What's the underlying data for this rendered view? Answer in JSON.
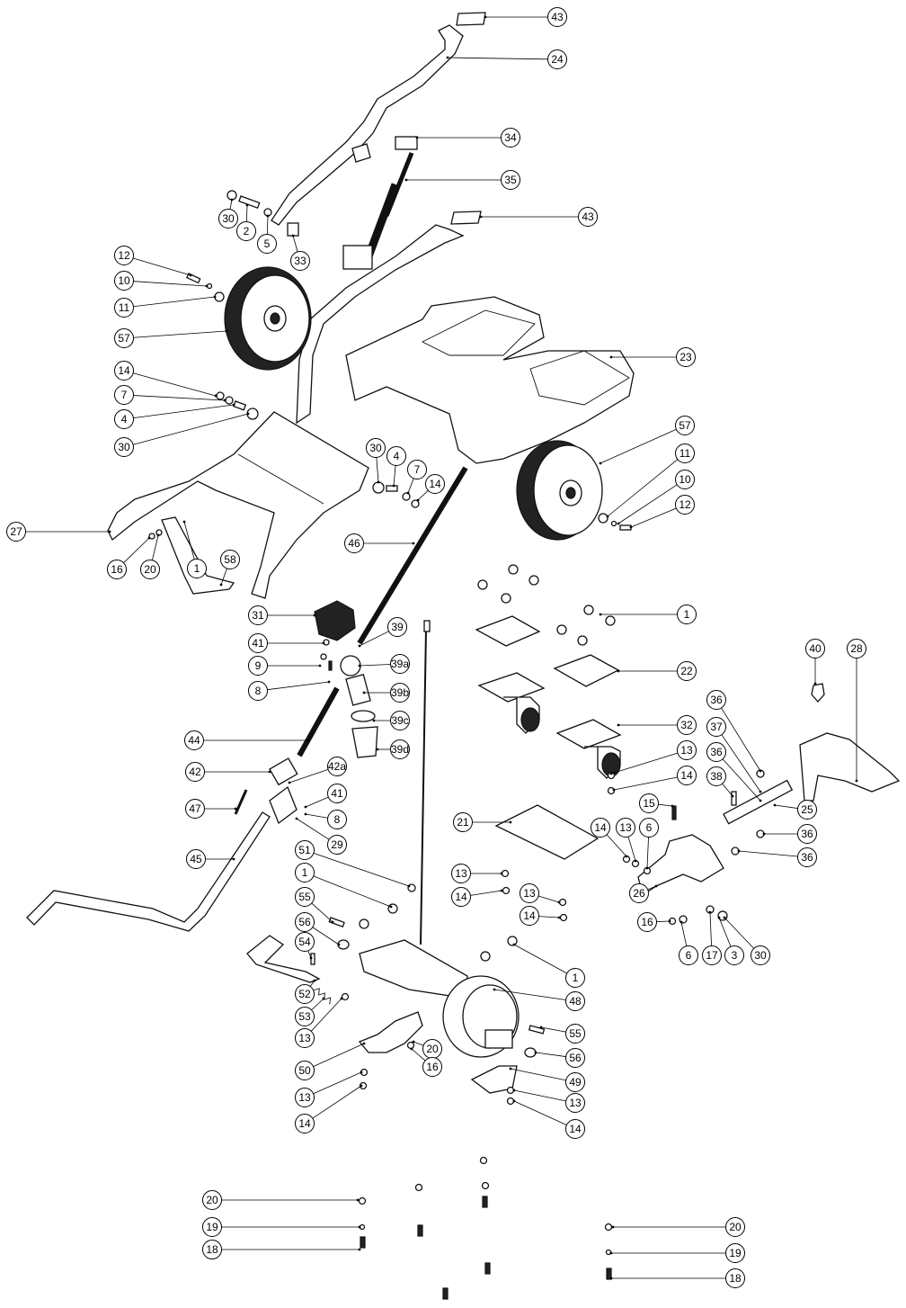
{
  "callouts": [
    {
      "id": "c43a",
      "label": "43"
    },
    {
      "id": "c24",
      "label": "24"
    },
    {
      "id": "c34",
      "label": "34"
    },
    {
      "id": "c35",
      "label": "35"
    },
    {
      "id": "c43b",
      "label": "43"
    },
    {
      "id": "c30a",
      "label": "30"
    },
    {
      "id": "c2",
      "label": "2"
    },
    {
      "id": "c5",
      "label": "5"
    },
    {
      "id": "c33",
      "label": "33"
    },
    {
      "id": "c12a",
      "label": "12"
    },
    {
      "id": "c10a",
      "label": "10"
    },
    {
      "id": "c11a",
      "label": "11"
    },
    {
      "id": "c57a",
      "label": "57"
    },
    {
      "id": "c23",
      "label": "23"
    },
    {
      "id": "c14a",
      "label": "14"
    },
    {
      "id": "c7a",
      "label": "7"
    },
    {
      "id": "c4a",
      "label": "4"
    },
    {
      "id": "c30b",
      "label": "30"
    },
    {
      "id": "c57b",
      "label": "57"
    },
    {
      "id": "c11b",
      "label": "11"
    },
    {
      "id": "c30c",
      "label": "30"
    },
    {
      "id": "c4b",
      "label": "4"
    },
    {
      "id": "c7b",
      "label": "7"
    },
    {
      "id": "c14b",
      "label": "14"
    },
    {
      "id": "c10b",
      "label": "10"
    },
    {
      "id": "c12b",
      "label": "12"
    },
    {
      "id": "c27",
      "label": "27"
    },
    {
      "id": "c16a",
      "label": "16"
    },
    {
      "id": "c20a",
      "label": "20"
    },
    {
      "id": "c1a",
      "label": "1"
    },
    {
      "id": "c58",
      "label": "58"
    },
    {
      "id": "c46",
      "label": "46"
    },
    {
      "id": "c31",
      "label": "31"
    },
    {
      "id": "c1b",
      "label": "1"
    },
    {
      "id": "c41a",
      "label": "41"
    },
    {
      "id": "c39",
      "label": "39"
    },
    {
      "id": "c9",
      "label": "9"
    },
    {
      "id": "c39a",
      "label": "39a"
    },
    {
      "id": "c8a",
      "label": "8"
    },
    {
      "id": "c39b",
      "label": "39b"
    },
    {
      "id": "c22",
      "label": "22"
    },
    {
      "id": "c40",
      "label": "40"
    },
    {
      "id": "c28",
      "label": "28"
    },
    {
      "id": "c39c",
      "label": "39c"
    },
    {
      "id": "c44",
      "label": "44"
    },
    {
      "id": "c39d",
      "label": "39d"
    },
    {
      "id": "c36a",
      "label": "36"
    },
    {
      "id": "c37",
      "label": "37"
    },
    {
      "id": "c32",
      "label": "32"
    },
    {
      "id": "c36b",
      "label": "36"
    },
    {
      "id": "c42",
      "label": "42"
    },
    {
      "id": "c42a",
      "label": "42a"
    },
    {
      "id": "c13a",
      "label": "13"
    },
    {
      "id": "c38",
      "label": "38"
    },
    {
      "id": "c14c",
      "label": "14"
    },
    {
      "id": "c41b",
      "label": "41"
    },
    {
      "id": "c47",
      "label": "47"
    },
    {
      "id": "c15",
      "label": "15"
    },
    {
      "id": "c25",
      "label": "25"
    },
    {
      "id": "c8b",
      "label": "8"
    },
    {
      "id": "c21",
      "label": "21"
    },
    {
      "id": "c14d",
      "label": "14"
    },
    {
      "id": "c13b",
      "label": "13"
    },
    {
      "id": "c6a",
      "label": "6"
    },
    {
      "id": "c29",
      "label": "29"
    },
    {
      "id": "c36c",
      "label": "36"
    },
    {
      "id": "c45",
      "label": "45"
    },
    {
      "id": "c51",
      "label": "51"
    },
    {
      "id": "c36d",
      "label": "36"
    },
    {
      "id": "c13c",
      "label": "13"
    },
    {
      "id": "c26",
      "label": "26"
    },
    {
      "id": "c1c",
      "label": "1"
    },
    {
      "id": "c14e",
      "label": "14"
    },
    {
      "id": "c13d",
      "label": "13"
    },
    {
      "id": "c14f",
      "label": "14"
    },
    {
      "id": "c55a",
      "label": "55"
    },
    {
      "id": "c16b",
      "label": "16"
    },
    {
      "id": "c56a",
      "label": "56"
    },
    {
      "id": "c54",
      "label": "54"
    },
    {
      "id": "c6b",
      "label": "6"
    },
    {
      "id": "c17",
      "label": "17"
    },
    {
      "id": "c3",
      "label": "3"
    },
    {
      "id": "c30d",
      "label": "30"
    },
    {
      "id": "c1d",
      "label": "1"
    },
    {
      "id": "c52",
      "label": "52"
    },
    {
      "id": "c48",
      "label": "48"
    },
    {
      "id": "c53",
      "label": "53"
    },
    {
      "id": "c13e",
      "label": "13"
    },
    {
      "id": "c55b",
      "label": "55"
    },
    {
      "id": "c20b",
      "label": "20"
    },
    {
      "id": "c56b",
      "label": "56"
    },
    {
      "id": "c16c",
      "label": "16"
    },
    {
      "id": "c50",
      "label": "50"
    },
    {
      "id": "c49",
      "label": "49"
    },
    {
      "id": "c13f",
      "label": "13"
    },
    {
      "id": "c13g",
      "label": "13"
    },
    {
      "id": "c14g",
      "label": "14"
    },
    {
      "id": "c14h",
      "label": "14"
    },
    {
      "id": "c20c",
      "label": "20"
    },
    {
      "id": "c20d",
      "label": "20"
    },
    {
      "id": "c19a",
      "label": "19"
    },
    {
      "id": "c18a",
      "label": "18"
    },
    {
      "id": "c19b",
      "label": "19"
    },
    {
      "id": "c18b",
      "label": "18"
    }
  ]
}
